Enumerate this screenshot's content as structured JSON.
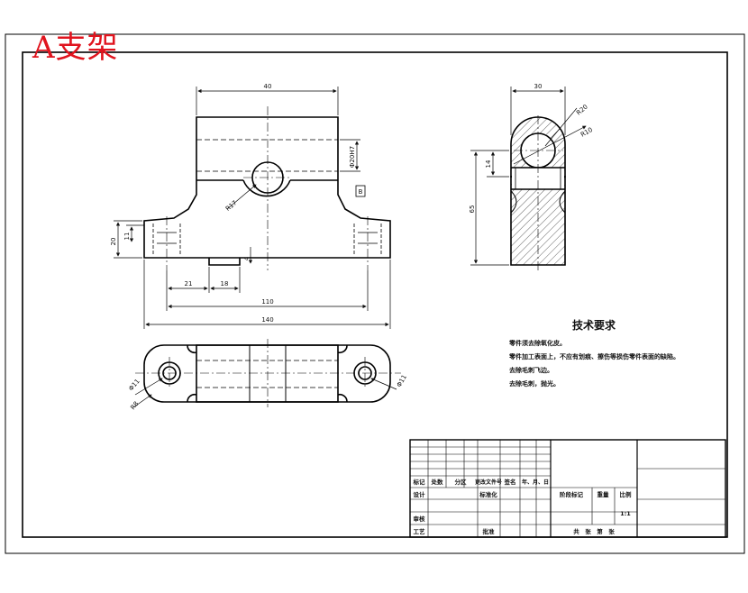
{
  "title": "A支架",
  "front_view": {
    "dim_top_width": "40",
    "dim_hole_dia": "Φ20H7",
    "dim_r_arc": "R17",
    "dim_height": "20",
    "dim_flange": "11",
    "dim_slot": "4",
    "dim_left_offset": "21",
    "dim_slot_width": "18",
    "dim_hole_spacing": "110",
    "dim_total_width": "140",
    "datum_label": "B"
  },
  "side_view": {
    "dim_width": "30",
    "dim_r_outer": "R20",
    "dim_r_inner": "R10",
    "dim_small": "14",
    "dim_height": "65"
  },
  "top_view": {
    "dim_left_hole": "Φ11",
    "dim_left_r": "R8",
    "dim_right_hole": "Φ11"
  },
  "tech_requirements": {
    "title": "技术要求",
    "items": [
      "零件须去除氧化皮。",
      "零件加工表面上，不应有划痕、擦伤等损伤零件表面的缺陷。",
      "去除毛刺飞边。",
      "去除毛刺，抛光。"
    ]
  },
  "title_block": {
    "row_labels": [
      "标记",
      "处数",
      "分区",
      "更改文件号",
      "签名",
      "年、月、日"
    ],
    "design": "设计",
    "standardize": "标准化",
    "review": "审核",
    "process": "工艺",
    "approve": "批准",
    "stage_mark": "阶段标记",
    "weight": "重量",
    "scale": "比例",
    "scale_value": "1:1",
    "sheet_info": "共　张　第　张"
  }
}
